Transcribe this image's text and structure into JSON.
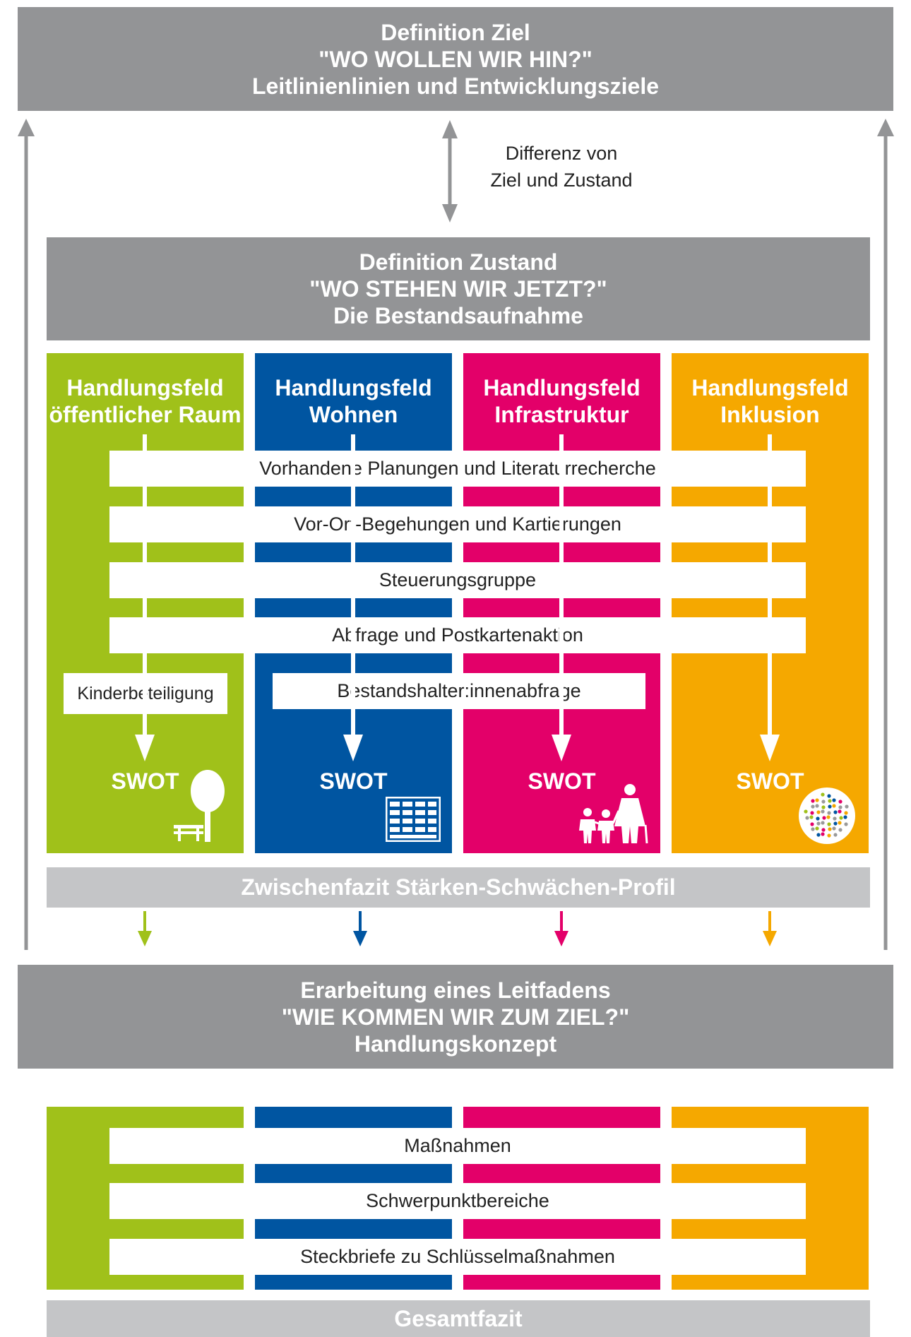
{
  "colors": {
    "header_gray": "#939496",
    "light_gray": "#c4c5c7",
    "green": "#a0c11a",
    "blue": "#0055a1",
    "magenta": "#e30069",
    "orange": "#f5a800"
  },
  "goal": {
    "line1": "Definition Ziel",
    "line2": "\"WO WOLLEN WIR HIN?\"",
    "line3": "Leitlinienlinien und Entwicklungsziele"
  },
  "difference": {
    "line1": "Differenz von",
    "line2": "Ziel und Zustand"
  },
  "state": {
    "line1": "Definition Zustand",
    "line2": "\"WO STEHEN WIR JETZT?\"",
    "line3": "Die Bestandsaufnahme"
  },
  "fields": [
    {
      "line1": "Handlungsfeld",
      "line2": "öffentlicher Raum",
      "swot": "SWOT",
      "icon": "tree-bench-icon"
    },
    {
      "line1": "Handlungsfeld",
      "line2": "Wohnen",
      "swot": "SWOT",
      "icon": "building-icon"
    },
    {
      "line1": "Handlungsfeld",
      "line2": "Infrastruktur",
      "swot": "SWOT",
      "icon": "family-icon"
    },
    {
      "line1": "Handlungsfeld",
      "line2": "Inklusion",
      "swot": "SWOT",
      "icon": "diversity-dots-icon"
    }
  ],
  "analysis_steps": [
    "Vorhandene Planungen und Literaturrecherche",
    "Vor-Ort-Begehungen und Kartierungen",
    "Steuerungsgruppe",
    "Abfrage und Postkartenaktion"
  ],
  "special_steps": {
    "children": "Kinderbeteiligung",
    "owners": "Bestandshalter:innenabfrage"
  },
  "interim_summary": "Zwischenfazit Stärken-Schwächen-Profil",
  "guideline": {
    "line1": "Erarbeitung eines Leitfadens",
    "line2": "\"WIE KOMMEN WIR ZUM ZIEL?\"",
    "line3": "Handlungskonzept"
  },
  "concept_steps": [
    "Maßnahmen",
    "Schwerpunktbereiche",
    "Steckbriefe zu Schlüsselmaßnahmen"
  ],
  "overall_summary": "Gesamtfazit"
}
